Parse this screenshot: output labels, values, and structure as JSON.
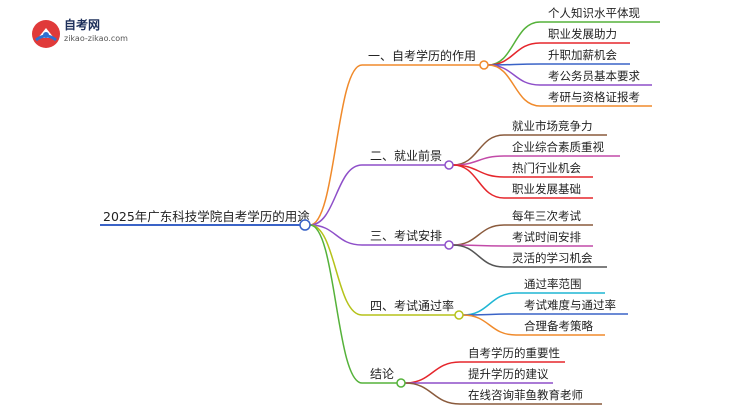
{
  "logo": {
    "title": "自考网",
    "subtitle": "zikao-zikao.com"
  },
  "mindmap": {
    "root": "2025年广东科技学院自考学历的用途",
    "branches": [
      {
        "label": "一、自考学历的作用",
        "color": "#f08a2b",
        "children": [
          {
            "label": "个人知识水平体现",
            "color": "#55b23a"
          },
          {
            "label": "职业发展助力",
            "color": "#e5262c"
          },
          {
            "label": "升职加薪机会",
            "color": "#3a63c7"
          },
          {
            "label": "考公务员基本要求",
            "color": "#8e4fc9"
          },
          {
            "label": "考研与资格证报考",
            "color": "#f08a2b"
          }
        ]
      },
      {
        "label": "二、就业前景",
        "color": "#8e4fc9",
        "children": [
          {
            "label": "就业市场竞争力",
            "color": "#8a5a3c"
          },
          {
            "label": "企业综合素质重视",
            "color": "#c24aa8"
          },
          {
            "label": "热门行业机会",
            "color": "#e5262c"
          },
          {
            "label": "职业发展基础",
            "color": "#e5262c"
          }
        ]
      },
      {
        "label": "三、考试安排",
        "color": "#8e4fc9",
        "children": [
          {
            "label": "每年三次考试",
            "color": "#8a5a3c"
          },
          {
            "label": "考试时间安排",
            "color": "#c24aa8"
          },
          {
            "label": "灵活的学习机会",
            "color": "#555555"
          }
        ]
      },
      {
        "label": "四、考试通过率",
        "color": "#b5c21a",
        "children": [
          {
            "label": "通过率范围",
            "color": "#1fb6d4"
          },
          {
            "label": "考试难度与通过率",
            "color": "#3a63c7"
          },
          {
            "label": "合理备考策略",
            "color": "#f08a2b"
          }
        ]
      },
      {
        "label": "结论",
        "color": "#55b23a",
        "children": [
          {
            "label": "自考学历的重要性",
            "color": "#e5262c"
          },
          {
            "label": "提升学历的建议",
            "color": "#8e4fc9"
          },
          {
            "label": "在线咨询菲鱼教育老师",
            "color": "#8a5a3c"
          }
        ]
      }
    ]
  }
}
